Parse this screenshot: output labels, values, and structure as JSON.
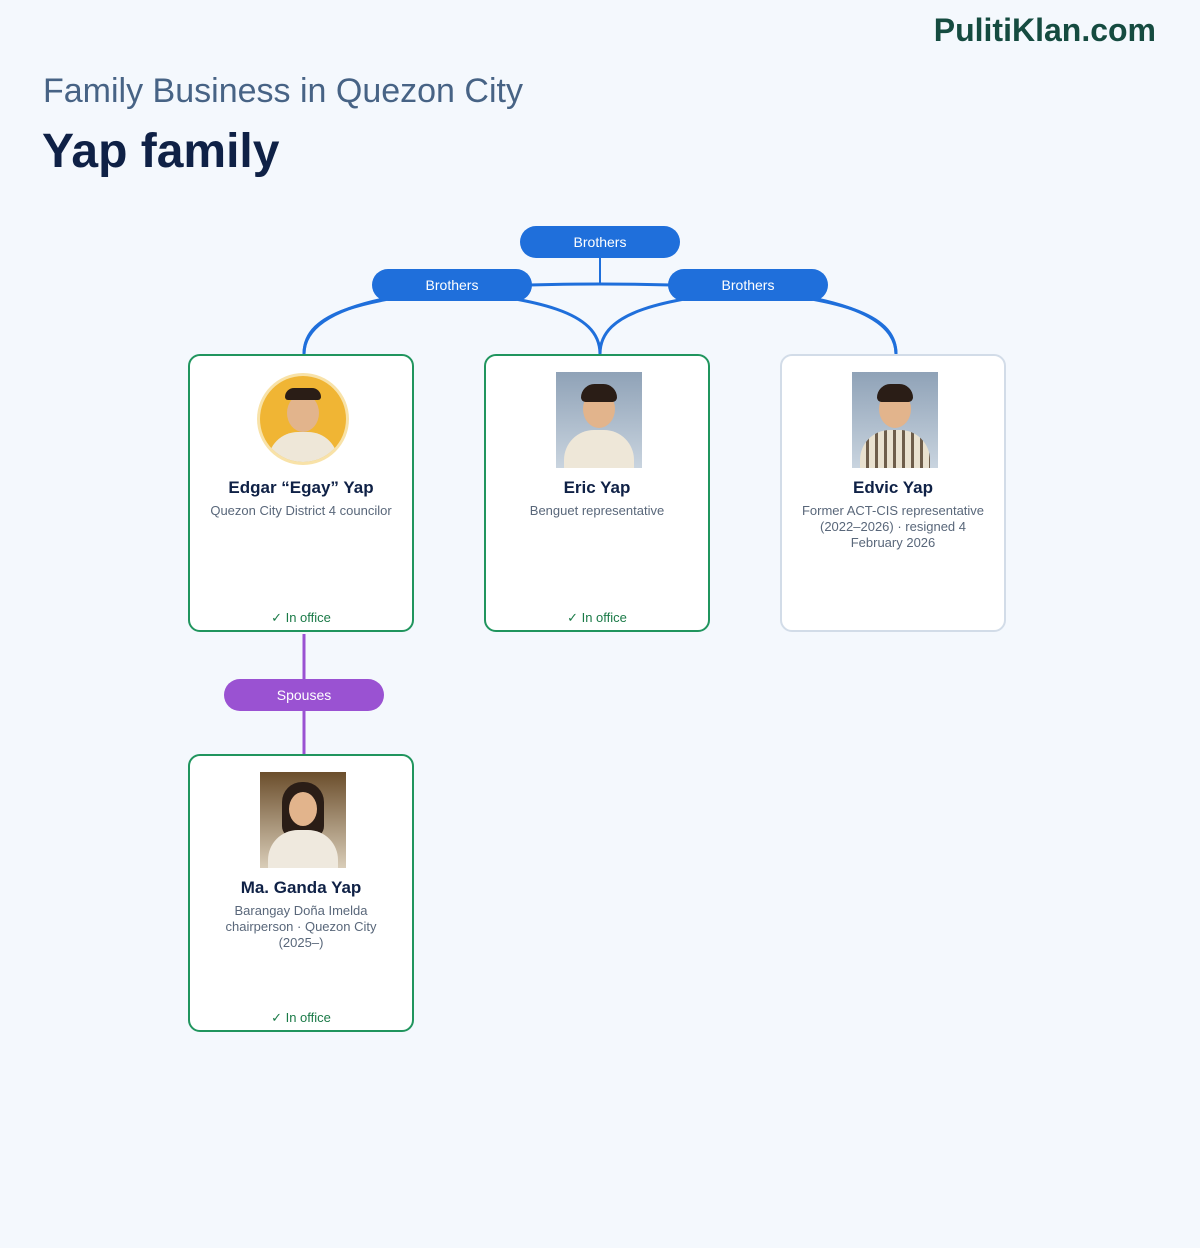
{
  "brand": "PulitiKlan.com",
  "subtitle": "Family Business in Quezon City",
  "title": "Yap family",
  "relations": {
    "top_brothers": "Brothers",
    "left_brothers": "Brothers",
    "right_brothers": "Brothers",
    "spouses": "Spouses"
  },
  "colors": {
    "in_office_border": "#20955e",
    "former_border": "#d2dce8",
    "brothers_link": "#1f6fdb",
    "spouses_link": "#9a52d2"
  },
  "people": [
    {
      "name": "Edgar “Egay” Yap",
      "role": "Quezon City District 4 councilor",
      "status": "✓ In office"
    },
    {
      "name": "Eric Yap",
      "role": "Benguet representative",
      "status": "✓ In office"
    },
    {
      "name": "Edvic Yap",
      "role": "Former ACT-CIS representative (2022–2026) · resigned 4 February 2026",
      "status": ""
    },
    {
      "name": "Ma. Ganda Yap",
      "role": "Barangay Doña Imelda chairperson · Quezon City (2025–)",
      "status": "✓ In office"
    }
  ]
}
